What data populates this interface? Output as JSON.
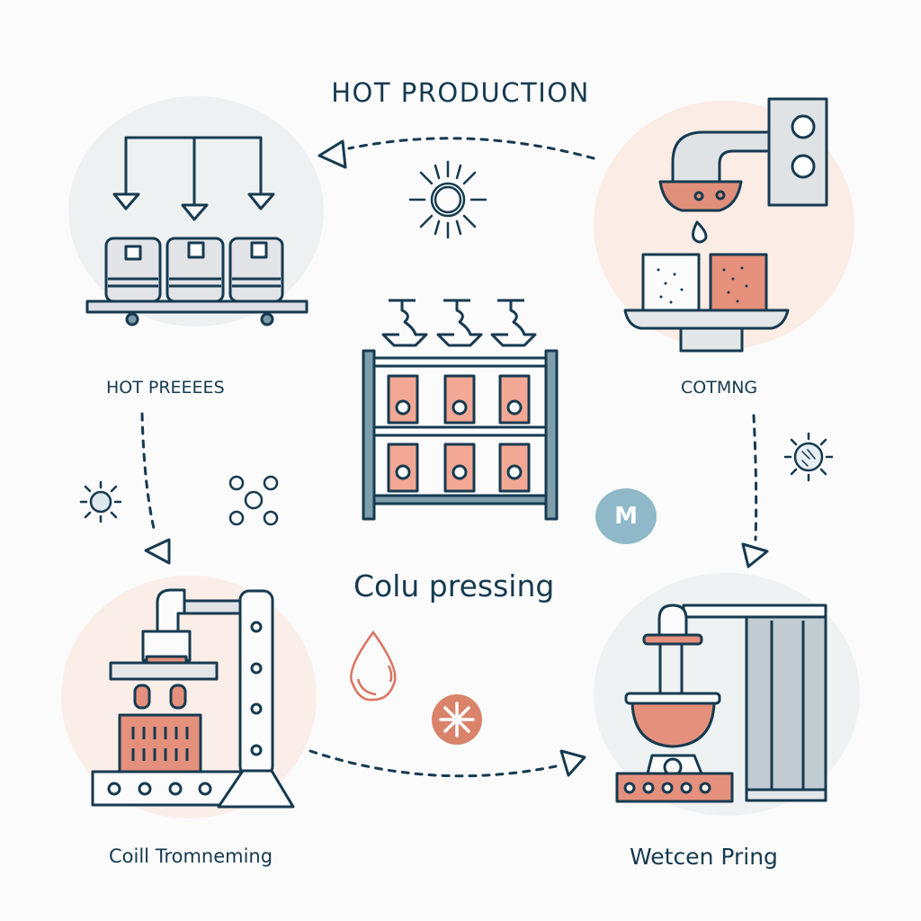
{
  "diagram": {
    "title": "HOT PRODUCTION",
    "center_label": "Colu pressing",
    "badge_letter": "M",
    "stages": [
      {
        "id": "top-left",
        "label": "HOT PREEEES",
        "icon": "pallet-with-crates-icon"
      },
      {
        "id": "top-right",
        "label": "COTMNG",
        "icon": "faucet-dripping-on-blocks-icon"
      },
      {
        "id": "bottom-left",
        "label": "Coill Tromneming",
        "icon": "press-machine-icon"
      },
      {
        "id": "bottom-right",
        "label": "Wetcen Pring",
        "icon": "bowl-furnace-icon"
      },
      {
        "id": "center",
        "label": "Colu pressing",
        "icon": "shelf-with-jars-icon"
      }
    ],
    "flow_arrows": [
      {
        "from": "top-right",
        "to": "top-left",
        "style": "dashed"
      },
      {
        "from": "top-left",
        "to": "bottom-left",
        "style": "dashed"
      },
      {
        "from": "bottom-left",
        "to": "bottom-right",
        "style": "dashed"
      },
      {
        "from": "top-right",
        "to": "bottom-right",
        "style": "dashed"
      }
    ],
    "colors": {
      "ink": "#163a50",
      "accent_salmon": "#e08a74",
      "grey_fill": "#dfe3e6",
      "blob_grey": "#edf0f0",
      "blob_peach": "#fbeae3",
      "badge_blue": "#8fb8c8"
    }
  }
}
